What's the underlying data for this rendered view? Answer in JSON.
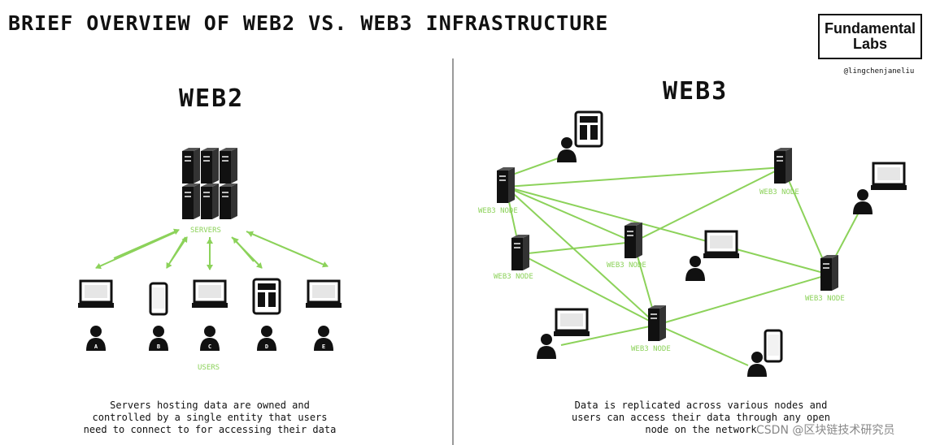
{
  "header": {
    "title": "BRIEF OVERVIEW OF WEB2 VS. WEB3 INFRASTRUCTURE",
    "logo_line1": "Fundamental",
    "logo_line2": "Labs",
    "handle": "@lingchenjaneliu"
  },
  "web2": {
    "title": "WEB2",
    "servers_label": "SERVERS",
    "users_label": "USERS",
    "caption_line1": "Servers hosting data are owned and",
    "caption_line2": "controlled by a single entity that users",
    "caption_line3": "need to connect to for accessing their data",
    "devices": [
      "laptop",
      "phone",
      "laptop",
      "tablet",
      "laptop"
    ],
    "user_badges": [
      "A",
      "B",
      "C",
      "D",
      "E"
    ]
  },
  "web3": {
    "title": "WEB3",
    "node_label": "WEB3 NODE",
    "caption_line1": "Data is replicated across various nodes and",
    "caption_line2": "users can access their data through any open",
    "caption_line3": "node on the network"
  },
  "watermark": "CSDN @区块链技术研究员",
  "colors": {
    "accent": "#8cd25a",
    "ink": "#111111",
    "divider": "#9a9a9a"
  }
}
